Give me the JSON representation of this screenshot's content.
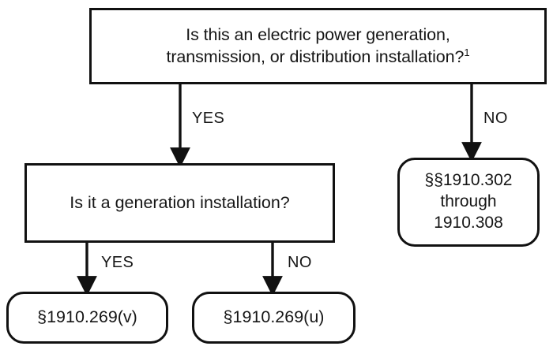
{
  "diagram": {
    "type": "decision-flowchart",
    "background_color": "#ffffff",
    "line_color": "#111111",
    "text_color": "#161616",
    "nodes": {
      "root_question": {
        "shape": "rectangle",
        "line1": "Is this an electric power generation,",
        "line2": "transmission, or distribution installation?",
        "footnote_marker": "1"
      },
      "generation_question": {
        "shape": "rectangle",
        "text": "Is it a generation installation?"
      },
      "subpart_s_result": {
        "shape": "rounded-rectangle",
        "text": "§§1910.302\nthrough\n1910.308"
      },
      "result_269v": {
        "shape": "rounded-rectangle",
        "text": "§1910.269(v)"
      },
      "result_269u": {
        "shape": "rounded-rectangle",
        "text": "§1910.269(u)"
      }
    },
    "edges": {
      "root_yes": "YES",
      "root_no": "NO",
      "generation_yes": "YES",
      "generation_no": "NO"
    }
  }
}
